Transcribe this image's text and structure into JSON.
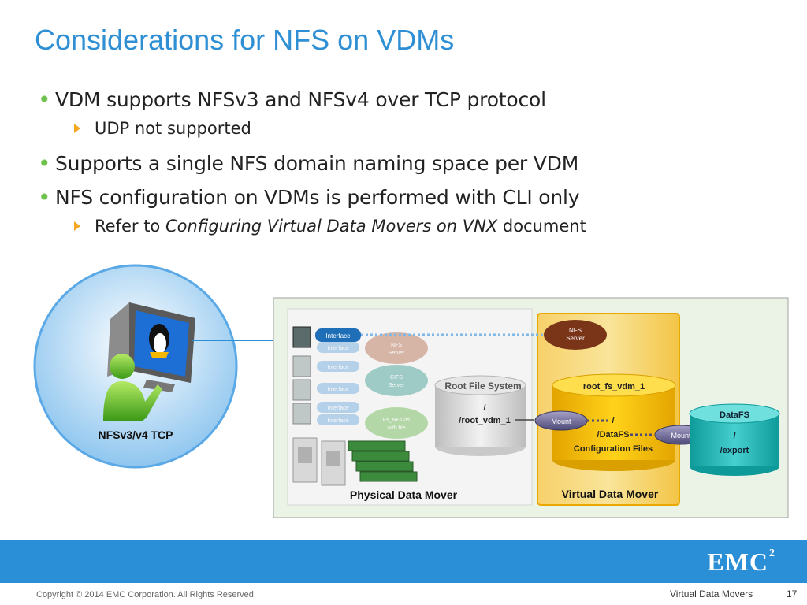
{
  "slide": {
    "title": "Considerations for NFS on VDMs",
    "bullets": [
      {
        "text": "VDM supports NFSv3 and NFSv4 over TCP protocol",
        "sub": [
          "UDP not supported"
        ]
      },
      {
        "text": "Supports a single NFS domain naming space per VDM",
        "sub": []
      },
      {
        "text": "NFS configuration on VDMs is performed with CLI only",
        "sub_prefix": "Refer to ",
        "sub_italic": "Configuring Virtual Data Movers on VNX",
        "sub_suffix": " document"
      }
    ]
  },
  "diagram": {
    "client_label": "NFSv3/v4 TCP",
    "interface_labels": [
      "Interface",
      "Interface",
      "Interface",
      "Interface",
      "Interface",
      "Interface"
    ],
    "nfs_server_faded": "NFS\nServer",
    "cifs_server_faded": "CIFS\nServer",
    "faded_bubble_3": "Fs_NFsVfs\nwith file",
    "root_fs_label": "Root File System",
    "root_fs_paths": [
      "/",
      "/root_vdm_1"
    ],
    "physical_dm_label": "Physical Data Mover",
    "virtual_dm_label": "Virtual Data Mover",
    "nfs_server": [
      "NFS",
      "Server"
    ],
    "root_fs_vdm": "root_fs_vdm_1",
    "vdm_paths": [
      "/",
      "/DataFS",
      "Configuration Files"
    ],
    "mount_label": "Mount",
    "datafs_label": "DataFS",
    "datafs_paths": [
      "/",
      "/export"
    ]
  },
  "footer": {
    "logo": "EMC",
    "logo_sup": "2",
    "copyright": "Copyright © 2014 EMC Corporation. All Rights Reserved.",
    "title": "Virtual Data Movers",
    "page": "17"
  },
  "colors": {
    "title": "#2f8fd4",
    "bullet": "#6fc24d",
    "arrow": "#f5a623",
    "footer_bar": "#2a8fd6",
    "vdm_gold": "#f2b705",
    "datafs_teal": "#1bb3b3"
  }
}
